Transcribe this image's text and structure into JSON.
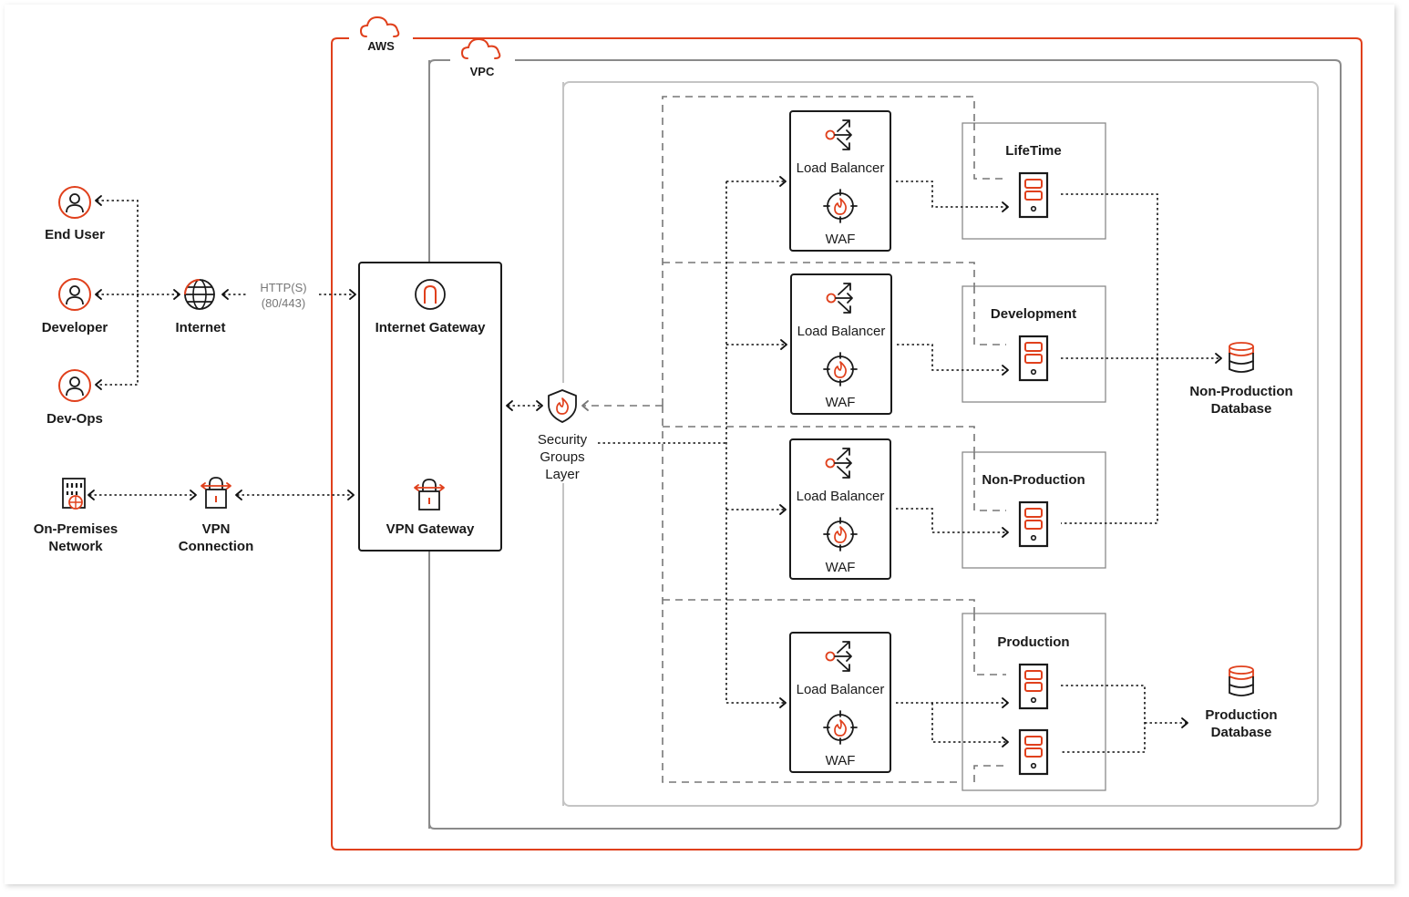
{
  "colors": {
    "accent": "#e0401c",
    "aws_border": "#e0401c",
    "vpc_border": "#8a8a8a",
    "inner_border": "#bdbdbd",
    "line": "#111111"
  },
  "clouds": {
    "aws": "AWS",
    "vpc": "VPC"
  },
  "actors": {
    "end_user": "End User",
    "developer": "Developer",
    "dev_ops": "Dev-Ops"
  },
  "internet": {
    "label": "Internet",
    "protocol_line1": "HTTP(S)",
    "protocol_line2": "(80/443)"
  },
  "on_premises": {
    "line1": "On-Premises",
    "line2": "Network"
  },
  "vpn_connection": {
    "line1": "VPN",
    "line2": "Connection"
  },
  "gateways": {
    "internet_gateway": "Internet Gateway",
    "vpn_gateway": "VPN Gateway"
  },
  "security_groups": {
    "line1": "Security",
    "line2": "Groups",
    "line3": "Layer"
  },
  "balancers": [
    {
      "lb": "Load Balancer",
      "waf": "WAF"
    },
    {
      "lb": "Load Balancer",
      "waf": "WAF"
    },
    {
      "lb": "Load Balancer",
      "waf": "WAF"
    },
    {
      "lb": "Load Balancer",
      "waf": "WAF"
    }
  ],
  "environments": [
    {
      "name": "LifeTime"
    },
    {
      "name": "Development"
    },
    {
      "name": "Non-Production"
    },
    {
      "name": "Production"
    }
  ],
  "databases": {
    "non_production": {
      "line1": "Non-Production",
      "line2": "Database"
    },
    "production": {
      "line1": "Production",
      "line2": "Database"
    }
  },
  "icons": {
    "user": "user-icon",
    "globe": "globe-icon",
    "building": "building-icon",
    "lock": "lock-icon",
    "gateway": "gateway-icon",
    "shield": "shield-fire-icon",
    "load_balancer": "load-balancer-icon",
    "waf": "waf-icon",
    "server": "server-icon",
    "database": "database-icon",
    "cloud": "cloud-icon"
  }
}
